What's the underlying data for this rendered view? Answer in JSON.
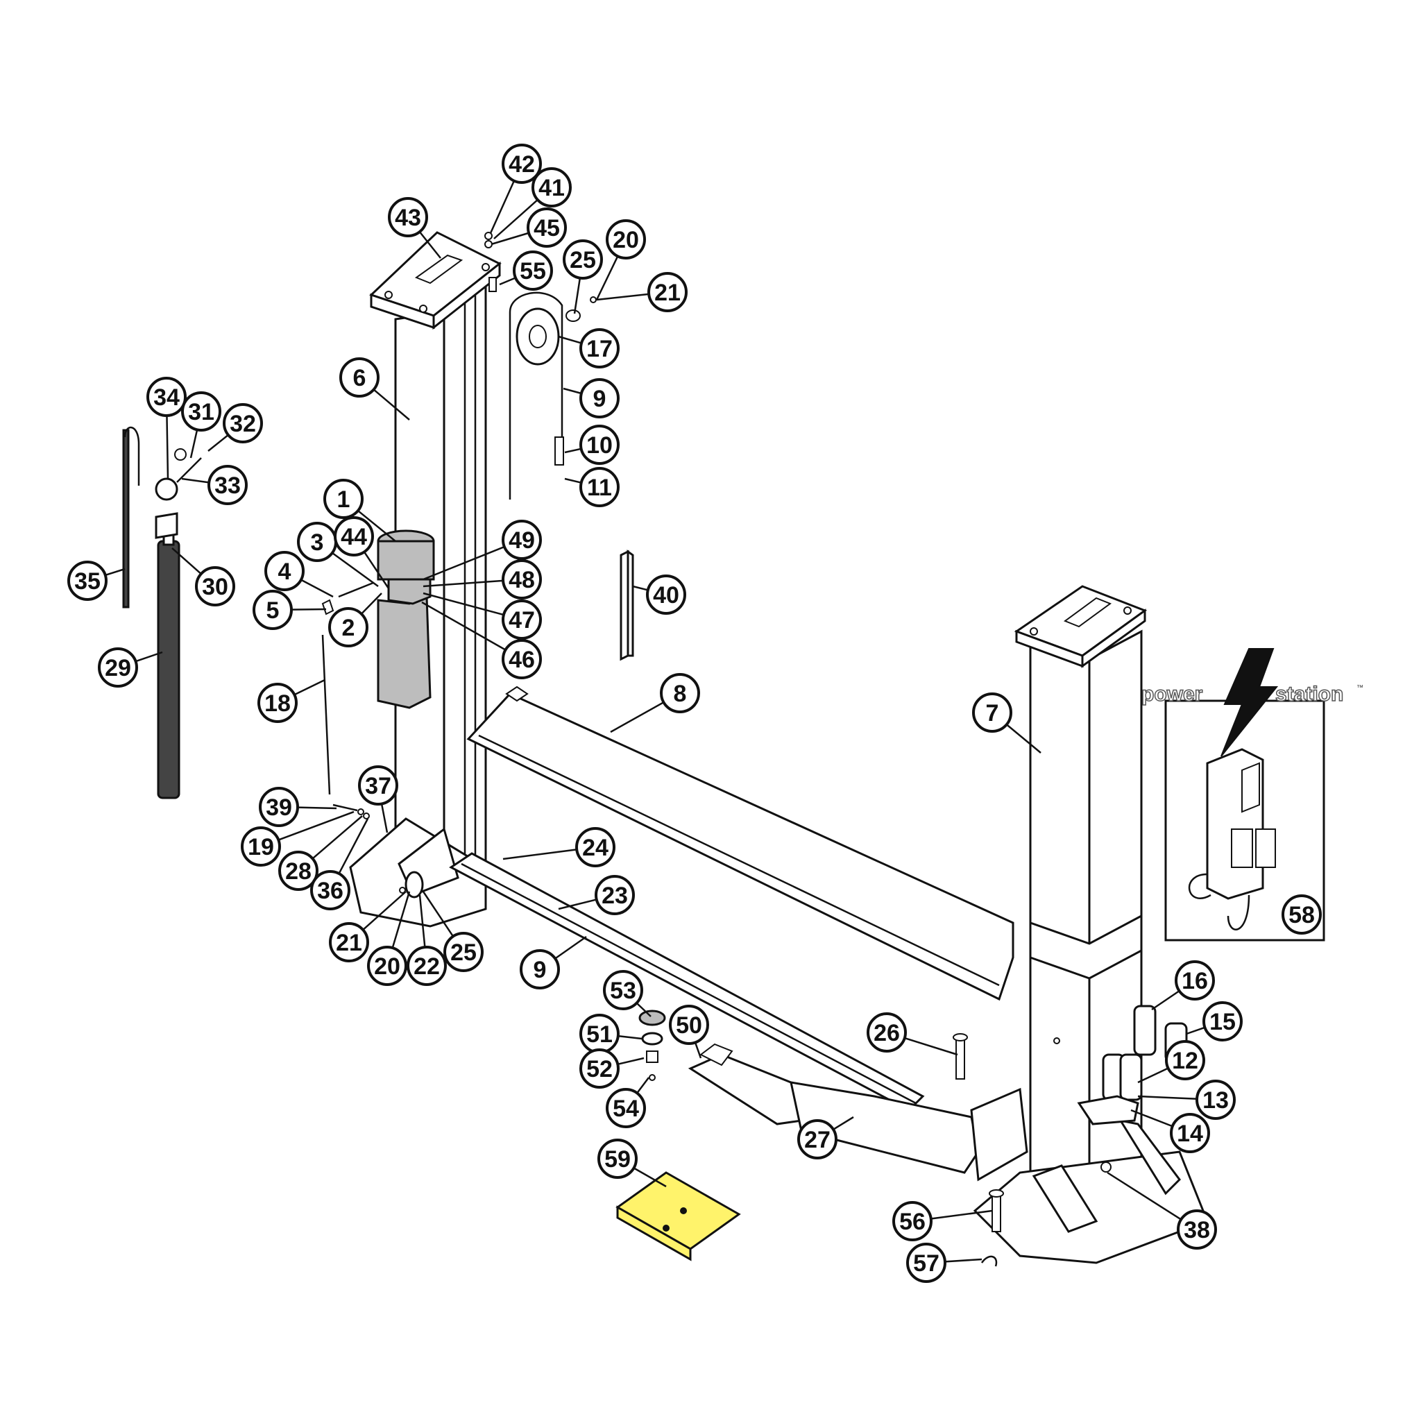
{
  "callouts": [
    {
      "label": "42"
    },
    {
      "label": "41"
    },
    {
      "label": "45"
    },
    {
      "label": "43"
    },
    {
      "label": "55"
    },
    {
      "label": "25"
    },
    {
      "label": "20"
    },
    {
      "label": "21"
    },
    {
      "label": "17"
    },
    {
      "label": "9"
    },
    {
      "label": "6"
    },
    {
      "label": "10"
    },
    {
      "label": "11"
    },
    {
      "label": "34"
    },
    {
      "label": "31"
    },
    {
      "label": "32"
    },
    {
      "label": "33"
    },
    {
      "label": "1"
    },
    {
      "label": "3"
    },
    {
      "label": "44"
    },
    {
      "label": "49"
    },
    {
      "label": "48"
    },
    {
      "label": "47"
    },
    {
      "label": "46"
    },
    {
      "label": "4"
    },
    {
      "label": "5"
    },
    {
      "label": "2"
    },
    {
      "label": "35"
    },
    {
      "label": "30"
    },
    {
      "label": "29"
    },
    {
      "label": "40"
    },
    {
      "label": "18"
    },
    {
      "label": "8"
    },
    {
      "label": "7"
    },
    {
      "label": "37"
    },
    {
      "label": "39"
    },
    {
      "label": "19"
    },
    {
      "label": "28"
    },
    {
      "label": "36"
    },
    {
      "label": "24"
    },
    {
      "label": "23"
    },
    {
      "label": "21"
    },
    {
      "label": "20"
    },
    {
      "label": "22"
    },
    {
      "label": "25"
    },
    {
      "label": "9"
    },
    {
      "label": "53"
    },
    {
      "label": "50"
    },
    {
      "label": "51"
    },
    {
      "label": "52"
    },
    {
      "label": "54"
    },
    {
      "label": "26"
    },
    {
      "label": "16"
    },
    {
      "label": "15"
    },
    {
      "label": "12"
    },
    {
      "label": "13"
    },
    {
      "label": "14"
    },
    {
      "label": "27"
    },
    {
      "label": "59"
    },
    {
      "label": "56"
    },
    {
      "label": "38"
    },
    {
      "label": "57"
    },
    {
      "label": "58"
    }
  ],
  "logo": {
    "word_left": "power",
    "word_right": "station",
    "trademark": "™"
  },
  "colors": {
    "outline": "#111111",
    "motor_gray": "#bdbdbd",
    "cylinder_dark": "#444444",
    "ramp_yellow": "#fff36b"
  }
}
